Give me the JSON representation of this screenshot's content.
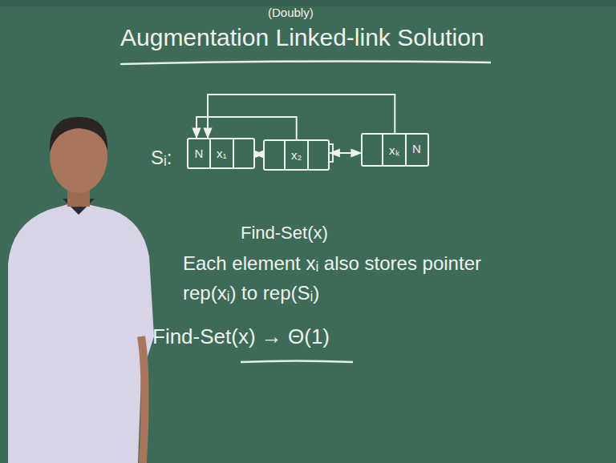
{
  "diagram": {
    "title": "Augmentation Linked-link Solution",
    "nodes": [
      {
        "text": [
          "N",
          "x₁"
        ]
      },
      {
        "text": [
          "x₂"
        ]
      },
      {
        "text": [
          "xₖ",
          "N"
        ]
      }
    ],
    "edges": [
      {
        "from": 0,
        "to": 1,
        "arrow": "both"
      },
      {
        "from": 1,
        "to": 2,
        "arrow": "both"
      },
      {
        "from": 1,
        "to": 0,
        "arrow": "to"
      },
      {
        "from": 2,
        "to": 0,
        "arrow": "to"
      }
    ],
    "labels": [
      "(Doubly)",
      "Sᵢ:",
      "Find-Set(x)",
      "Each element xᵢ also stores pointer rep(xᵢ) to rep(Sᵢ)",
      "Find-Set(x) → Θ(1)"
    ]
  }
}
